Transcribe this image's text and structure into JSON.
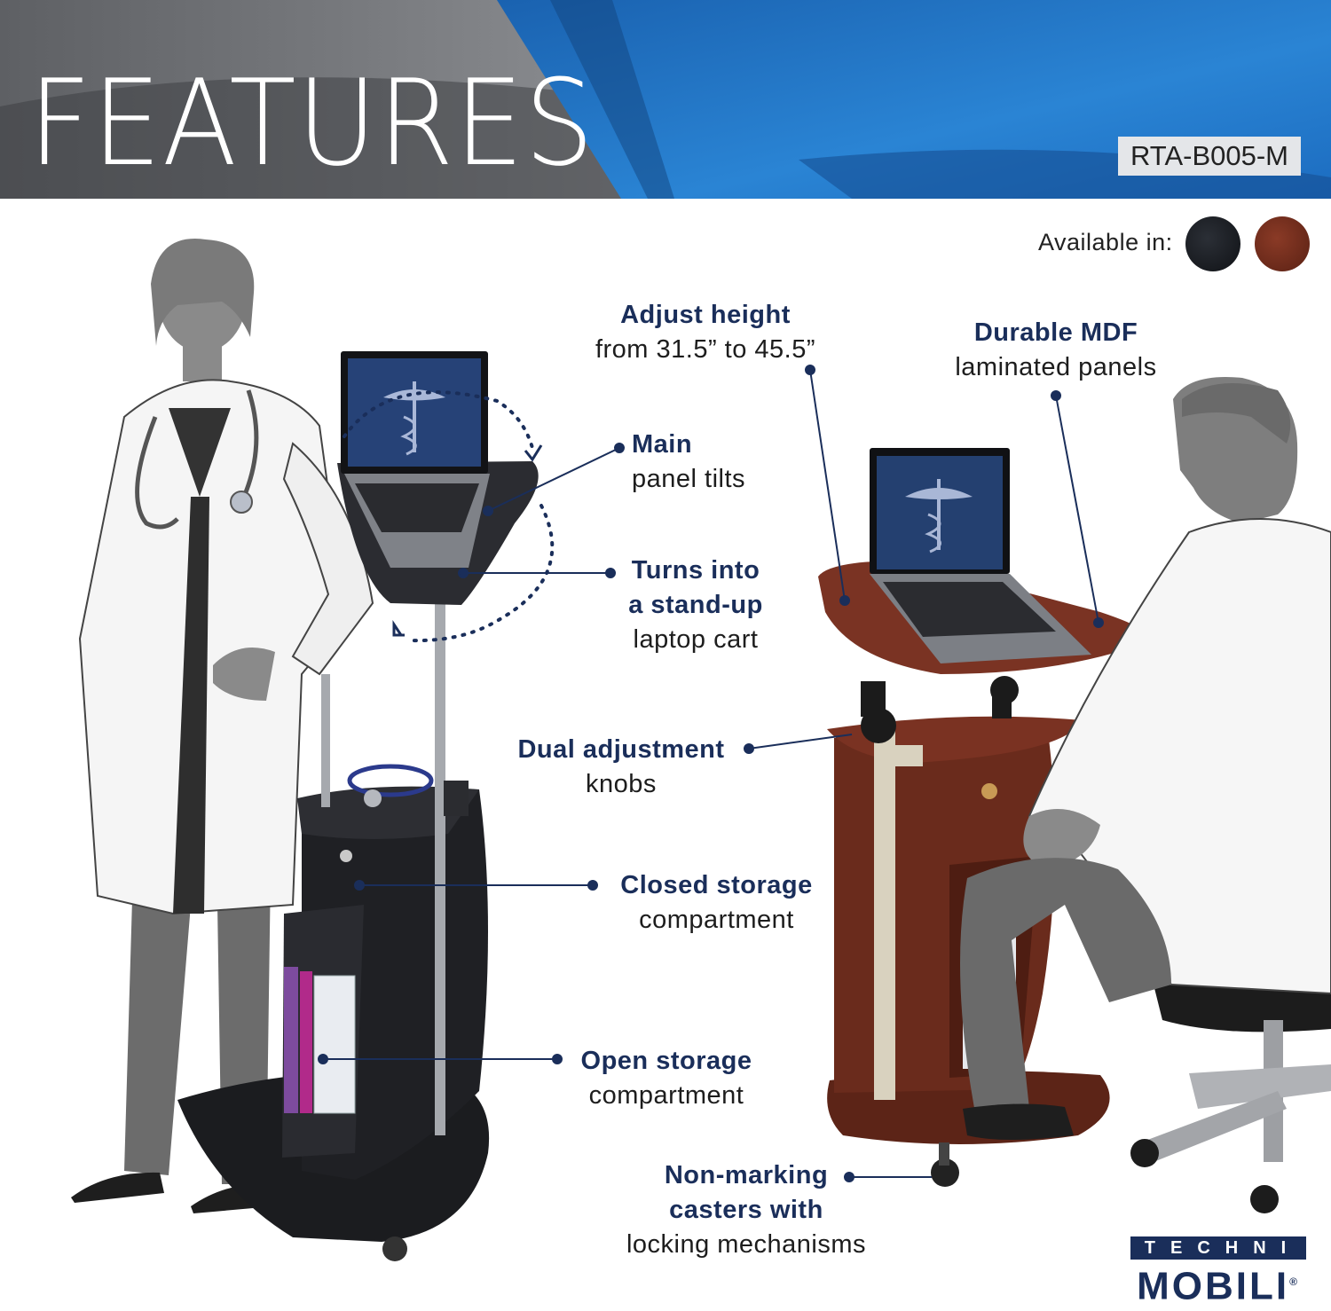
{
  "header": {
    "title": "FEATURES",
    "model": "RTA-B005-M"
  },
  "availability": {
    "label": "Available in:",
    "colors": [
      {
        "name": "black-swatch",
        "hex": "#1c1f24"
      },
      {
        "name": "brown-swatch",
        "hex": "#6b2a1c"
      }
    ]
  },
  "features": {
    "height": {
      "bold": "Adjust height",
      "normal": "from 31.5” to 45.5”"
    },
    "mdf": {
      "bold": "Durable MDF",
      "normal": "laminated panels"
    },
    "tilt": {
      "bold": "Main",
      "normal": "panel tilts"
    },
    "standup": {
      "bold1": "Turns into",
      "bold2": "a stand-up",
      "normal": "laptop cart"
    },
    "knobs": {
      "bold": "Dual adjustment",
      "normal": "knobs"
    },
    "closed": {
      "bold": "Closed storage",
      "normal": "compartment"
    },
    "open": {
      "bold": "Open storage",
      "normal": "compartment"
    },
    "casters": {
      "bold1": "Non-marking",
      "bold2": "casters with",
      "normal": "locking mechanisms"
    }
  },
  "logo": {
    "top": "TECHNI",
    "bottom": "MOBILI",
    "mark": "®"
  },
  "colors": {
    "accent": "#1a2e5a",
    "banner_blue": "#1f74c4",
    "banner_gray": "#6d6f73"
  }
}
